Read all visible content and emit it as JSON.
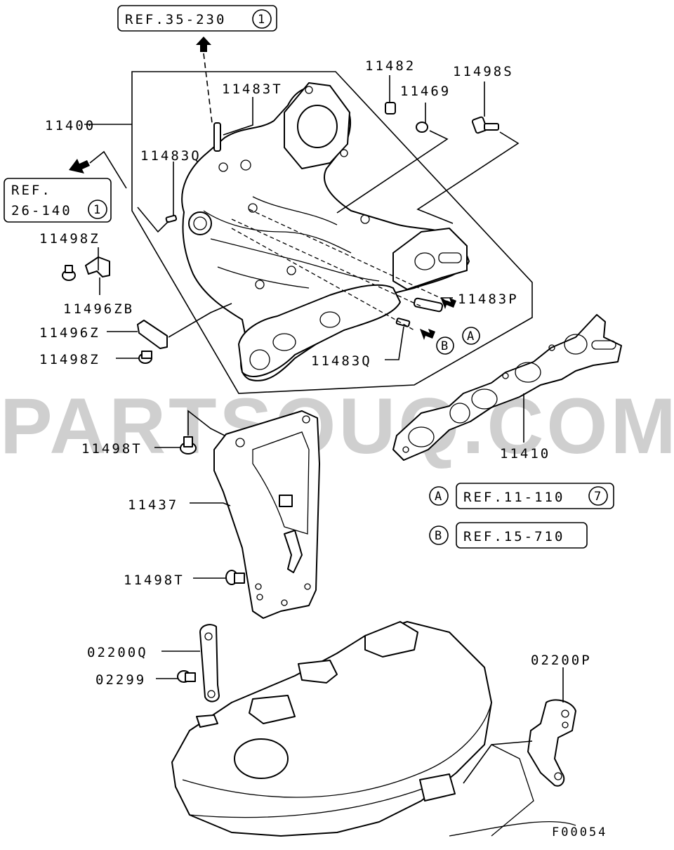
{
  "figure_code": "F00054",
  "watermark": "PARTSOUQ.COM",
  "references": {
    "ref_top": {
      "text": "REF.35-230",
      "circle": "1"
    },
    "ref_left_line1": "REF.",
    "ref_left_line2": {
      "text": "26-140",
      "circle": "1"
    },
    "ref_a": {
      "marker": "A",
      "text": "REF.11-110",
      "circle": "7"
    },
    "ref_b": {
      "marker": "B",
      "text": "REF.15-710"
    }
  },
  "flow_markers": {
    "a": "A",
    "b": "B"
  },
  "part_labels": {
    "p11400": "11400",
    "p11482": "11482",
    "p11498s": "11498S",
    "p11483t": "11483T",
    "p11469": "11469",
    "p11483q_top": "11483Q",
    "p11498z_top": "11498Z",
    "p11496zb": "11496ZB",
    "p11496z": "11496Z",
    "p11498z_bottom": "11498Z",
    "p11483p": "11483P",
    "p11483q_bottom": "11483Q",
    "p11410": "11410",
    "p11498t_top": "11498T",
    "p11437": "11437",
    "p11498t_bottom": "11498T",
    "p02200q": "02200Q",
    "p02299": "02299",
    "p02200p": "02200P"
  }
}
